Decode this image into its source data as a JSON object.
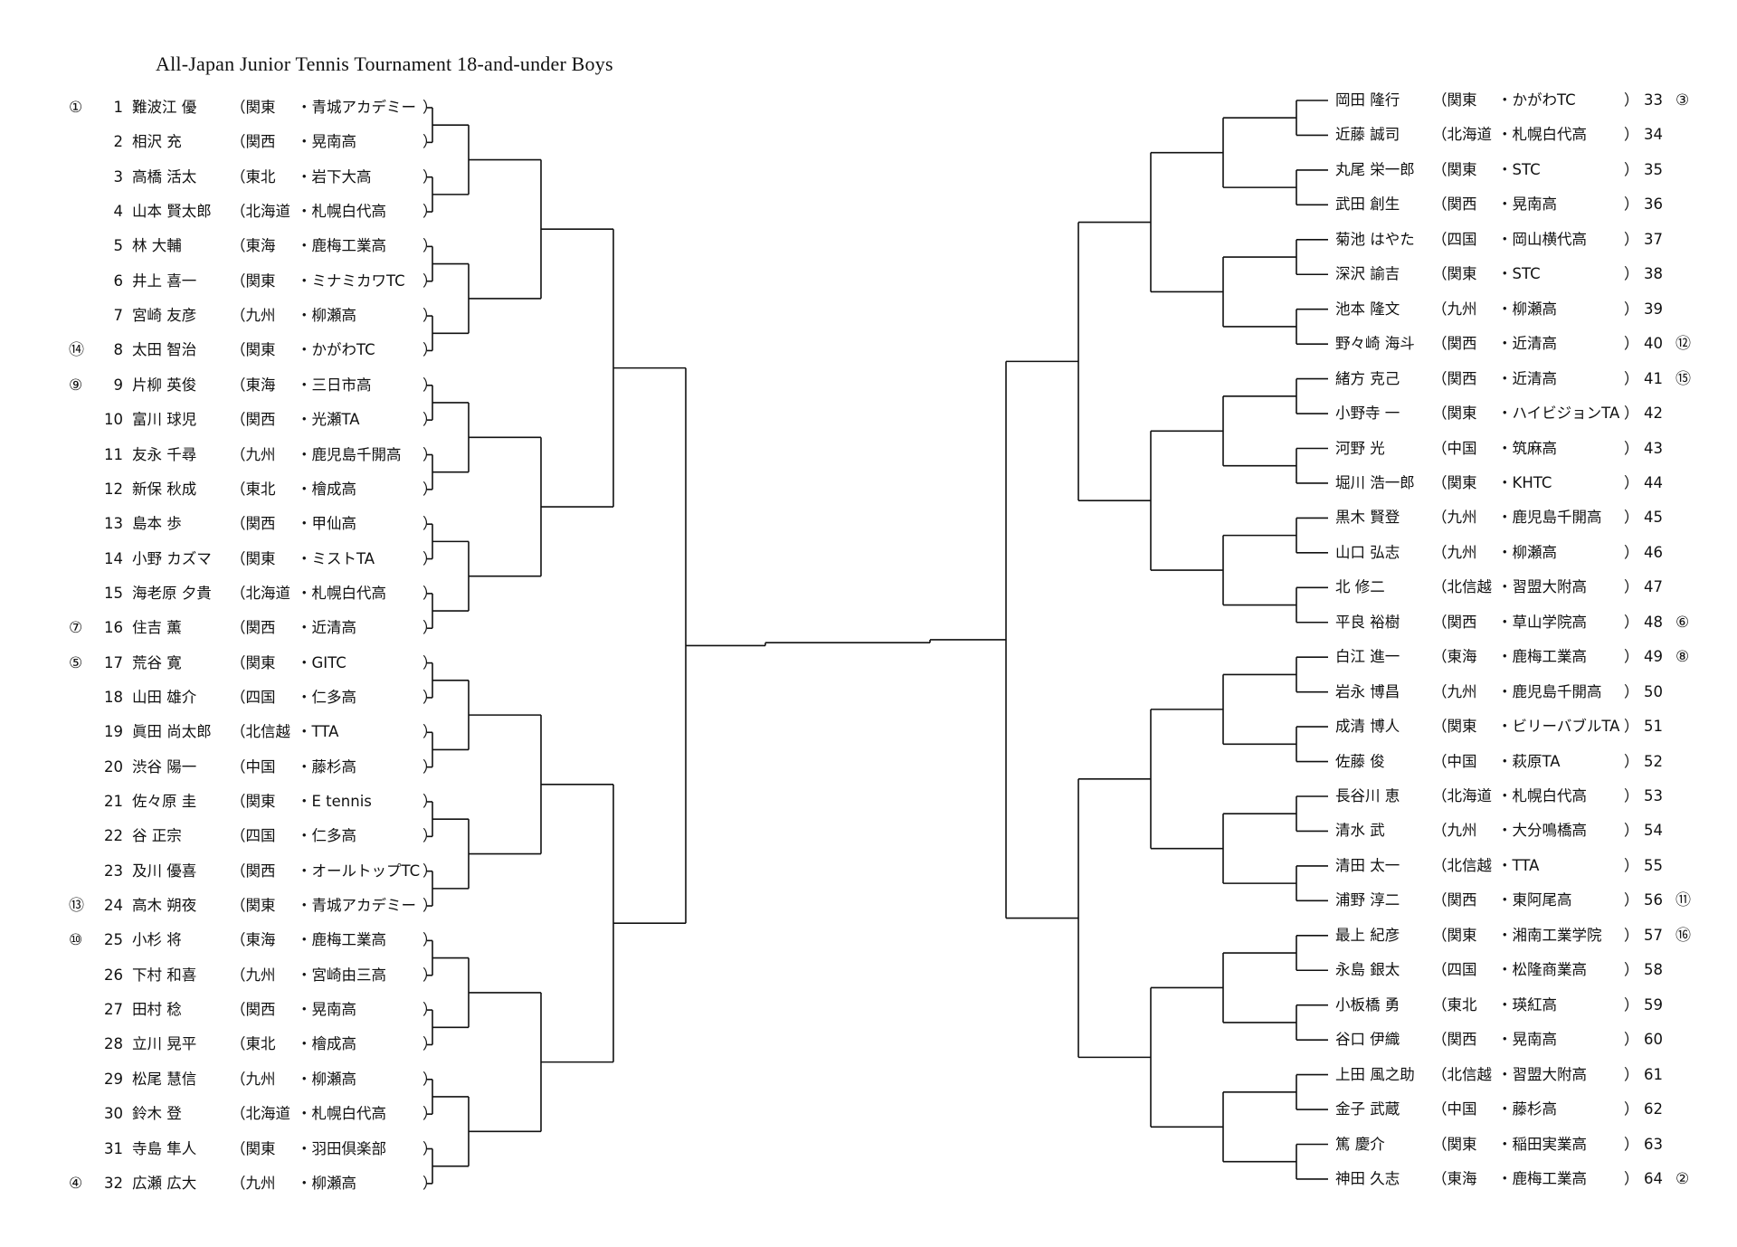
{
  "title": "All-Japan Junior Tennis Tournament  18-and-under Boys",
  "left_players": [
    {
      "seed": "①",
      "num": "1",
      "name": "難波江 優",
      "region": "（関東",
      "school": "・青城アカデミー",
      "close": "）"
    },
    {
      "seed": "",
      "num": "2",
      "name": "相沢 充",
      "region": "（関西",
      "school": "・晃南高",
      "close": "）"
    },
    {
      "seed": "",
      "num": "3",
      "name": "高橋 活太",
      "region": "（東北",
      "school": "・岩下大高",
      "close": "）"
    },
    {
      "seed": "",
      "num": "4",
      "name": "山本 賢太郎",
      "region": "（北海道",
      "school": "・札幌白代高",
      "close": "）"
    },
    {
      "seed": "",
      "num": "5",
      "name": "林 大輔",
      "region": "（東海",
      "school": "・鹿梅工業高",
      "close": "）"
    },
    {
      "seed": "",
      "num": "6",
      "name": "井上 喜一",
      "region": "（関東",
      "school": "・ミナミカワTC",
      "close": "）"
    },
    {
      "seed": "",
      "num": "7",
      "name": "宮崎 友彦",
      "region": "（九州",
      "school": "・柳瀬高",
      "close": "）"
    },
    {
      "seed": "⑭",
      "num": "8",
      "name": "太田 智治",
      "region": "（関東",
      "school": "・かがわTC",
      "close": "）"
    },
    {
      "seed": "⑨",
      "num": "9",
      "name": "片柳 英俊",
      "region": "（東海",
      "school": "・三日市高",
      "close": "）"
    },
    {
      "seed": "",
      "num": "10",
      "name": "富川 球児",
      "region": "（関西",
      "school": "・光瀬TA",
      "close": "）"
    },
    {
      "seed": "",
      "num": "11",
      "name": "友永 千尋",
      "region": "（九州",
      "school": "・鹿児島千開高",
      "close": "）"
    },
    {
      "seed": "",
      "num": "12",
      "name": "新保 秋成",
      "region": "（東北",
      "school": "・檜成高",
      "close": "）"
    },
    {
      "seed": "",
      "num": "13",
      "name": "島本 歩",
      "region": "（関西",
      "school": "・甲仙高",
      "close": "）"
    },
    {
      "seed": "",
      "num": "14",
      "name": "小野 カズマ",
      "region": "（関東",
      "school": "・ミストTA",
      "close": "）"
    },
    {
      "seed": "",
      "num": "15",
      "name": "海老原 夕貴",
      "region": "（北海道",
      "school": "・札幌白代高",
      "close": "）"
    },
    {
      "seed": "⑦",
      "num": "16",
      "name": "住吉 薫",
      "region": "（関西",
      "school": "・近清高",
      "close": "）"
    },
    {
      "seed": "⑤",
      "num": "17",
      "name": "荒谷 寛",
      "region": "（関東",
      "school": "・GITC",
      "close": "）"
    },
    {
      "seed": "",
      "num": "18",
      "name": "山田 雄介",
      "region": "（四国",
      "school": "・仁多高",
      "close": "）"
    },
    {
      "seed": "",
      "num": "19",
      "name": "眞田 尚太郎",
      "region": "（北信越",
      "school": "・TTA",
      "close": "）"
    },
    {
      "seed": "",
      "num": "20",
      "name": "渋谷 陽一",
      "region": "（中国",
      "school": "・藤杉高",
      "close": "）"
    },
    {
      "seed": "",
      "num": "21",
      "name": "佐々原 圭",
      "region": "（関東",
      "school": "・E tennis",
      "close": "）"
    },
    {
      "seed": "",
      "num": "22",
      "name": "谷 正宗",
      "region": "（四国",
      "school": "・仁多高",
      "close": "）"
    },
    {
      "seed": "",
      "num": "23",
      "name": "及川 優喜",
      "region": "（関西",
      "school": "・オールトップTC",
      "close": "）"
    },
    {
      "seed": "⑬",
      "num": "24",
      "name": "高木 朔夜",
      "region": "（関東",
      "school": "・青城アカデミー",
      "close": "）"
    },
    {
      "seed": "⑩",
      "num": "25",
      "name": "小杉 将",
      "region": "（東海",
      "school": "・鹿梅工業高",
      "close": "）"
    },
    {
      "seed": "",
      "num": "26",
      "name": "下村 和喜",
      "region": "（九州",
      "school": "・宮崎由三高",
      "close": "）"
    },
    {
      "seed": "",
      "num": "27",
      "name": "田村 稔",
      "region": "（関西",
      "school": "・晃南高",
      "close": "）"
    },
    {
      "seed": "",
      "num": "28",
      "name": "立川 晃平",
      "region": "（東北",
      "school": "・檜成高",
      "close": "）"
    },
    {
      "seed": "",
      "num": "29",
      "name": "松尾 慧信",
      "region": "（九州",
      "school": "・柳瀬高",
      "close": "）"
    },
    {
      "seed": "",
      "num": "30",
      "name": "鈴木 登",
      "region": "（北海道",
      "school": "・札幌白代高",
      "close": "）"
    },
    {
      "seed": "",
      "num": "31",
      "name": "寺島 隼人",
      "region": "（関東",
      "school": "・羽田倶楽部",
      "close": "）"
    },
    {
      "seed": "④",
      "num": "32",
      "name": "広瀬 広大",
      "region": "（九州",
      "school": "・柳瀬高",
      "close": "）"
    }
  ],
  "right_players": [
    {
      "name": "岡田 隆行",
      "region": "（関東",
      "school": "・かがわTC",
      "close": "）",
      "num": "33",
      "seed": "③"
    },
    {
      "name": "近藤 誠司",
      "region": "（北海道",
      "school": "・札幌白代高",
      "close": "）",
      "num": "34",
      "seed": ""
    },
    {
      "name": "丸尾 栄一郎",
      "region": "（関東",
      "school": "・STC",
      "close": "）",
      "num": "35",
      "seed": ""
    },
    {
      "name": "武田 創生",
      "region": "（関西",
      "school": "・晃南高",
      "close": "）",
      "num": "36",
      "seed": ""
    },
    {
      "name": "菊池 はやた",
      "region": "（四国",
      "school": "・岡山横代高",
      "close": "）",
      "num": "37",
      "seed": ""
    },
    {
      "name": "深沢 諭吉",
      "region": "（関東",
      "school": "・STC",
      "close": "）",
      "num": "38",
      "seed": ""
    },
    {
      "name": "池本 隆文",
      "region": "（九州",
      "school": "・柳瀬高",
      "close": "）",
      "num": "39",
      "seed": ""
    },
    {
      "name": "野々崎 海斗",
      "region": "（関西",
      "school": "・近清高",
      "close": "）",
      "num": "40",
      "seed": "⑫"
    },
    {
      "name": "緒方 克己",
      "region": "（関西",
      "school": "・近清高",
      "close": "）",
      "num": "41",
      "seed": "⑮"
    },
    {
      "name": "小野寺 一",
      "region": "（関東",
      "school": "・ハイビジョンTA",
      "close": "）",
      "num": "42",
      "seed": ""
    },
    {
      "name": "河野 光",
      "region": "（中国",
      "school": "・筑麻高",
      "close": "）",
      "num": "43",
      "seed": ""
    },
    {
      "name": "堀川 浩一郎",
      "region": "（関東",
      "school": "・KHTC",
      "close": "）",
      "num": "44",
      "seed": ""
    },
    {
      "name": "黒木 賢登",
      "region": "（九州",
      "school": "・鹿児島千開高",
      "close": "）",
      "num": "45",
      "seed": ""
    },
    {
      "name": "山口 弘志",
      "region": "（九州",
      "school": "・柳瀬高",
      "close": "）",
      "num": "46",
      "seed": ""
    },
    {
      "name": "北 修二",
      "region": "（北信越",
      "school": "・習盟大附高",
      "close": "）",
      "num": "47",
      "seed": ""
    },
    {
      "name": "平良 裕樹",
      "region": "（関西",
      "school": "・草山学院高",
      "close": "）",
      "num": "48",
      "seed": "⑥"
    },
    {
      "name": "白江 進一",
      "region": "（東海",
      "school": "・鹿梅工業高",
      "close": "）",
      "num": "49",
      "seed": "⑧"
    },
    {
      "name": "岩永 博昌",
      "region": "（九州",
      "school": "・鹿児島千開高",
      "close": "）",
      "num": "50",
      "seed": ""
    },
    {
      "name": "成清 博人",
      "region": "（関東",
      "school": "・ビリーバブルTA",
      "close": "）",
      "num": "51",
      "seed": ""
    },
    {
      "name": "佐藤 俊",
      "region": "（中国",
      "school": "・萩原TA",
      "close": "）",
      "num": "52",
      "seed": ""
    },
    {
      "name": "長谷川 恵",
      "region": "（北海道",
      "school": "・札幌白代高",
      "close": "）",
      "num": "53",
      "seed": ""
    },
    {
      "name": "清水 武",
      "region": "（九州",
      "school": "・大分鳴橋高",
      "close": "）",
      "num": "54",
      "seed": ""
    },
    {
      "name": "清田 太一",
      "region": "（北信越",
      "school": "・TTA",
      "close": "）",
      "num": "55",
      "seed": ""
    },
    {
      "name": "浦野 淳二",
      "region": "（関西",
      "school": "・東阿尾高",
      "close": "）",
      "num": "56",
      "seed": "⑪"
    },
    {
      "name": "最上 紀彦",
      "region": "（関東",
      "school": "・湘南工業学院",
      "close": "）",
      "num": "57",
      "seed": "⑯"
    },
    {
      "name": "永島 銀太",
      "region": "（四国",
      "school": "・松隆商業高",
      "close": "）",
      "num": "58",
      "seed": ""
    },
    {
      "name": "小板橋 勇",
      "region": "（東北",
      "school": "・瑛紅高",
      "close": "）",
      "num": "59",
      "seed": ""
    },
    {
      "name": "谷口 伊織",
      "region": "（関西",
      "school": "・晃南高",
      "close": "）",
      "num": "60",
      "seed": ""
    },
    {
      "name": "上田 風之助",
      "region": "（北信越",
      "school": "・習盟大附高",
      "close": "）",
      "num": "61",
      "seed": ""
    },
    {
      "name": "金子 武蔵",
      "region": "（中国",
      "school": "・藤杉高",
      "close": "）",
      "num": "62",
      "seed": ""
    },
    {
      "name": "篤 慶介",
      "region": "（関東",
      "school": "・稲田実業高",
      "close": "）",
      "num": "63",
      "seed": ""
    },
    {
      "name": "神田 久志",
      "region": "（東海",
      "school": "・鹿梅工業高",
      "close": "）",
      "num": "64",
      "seed": "②"
    }
  ]
}
